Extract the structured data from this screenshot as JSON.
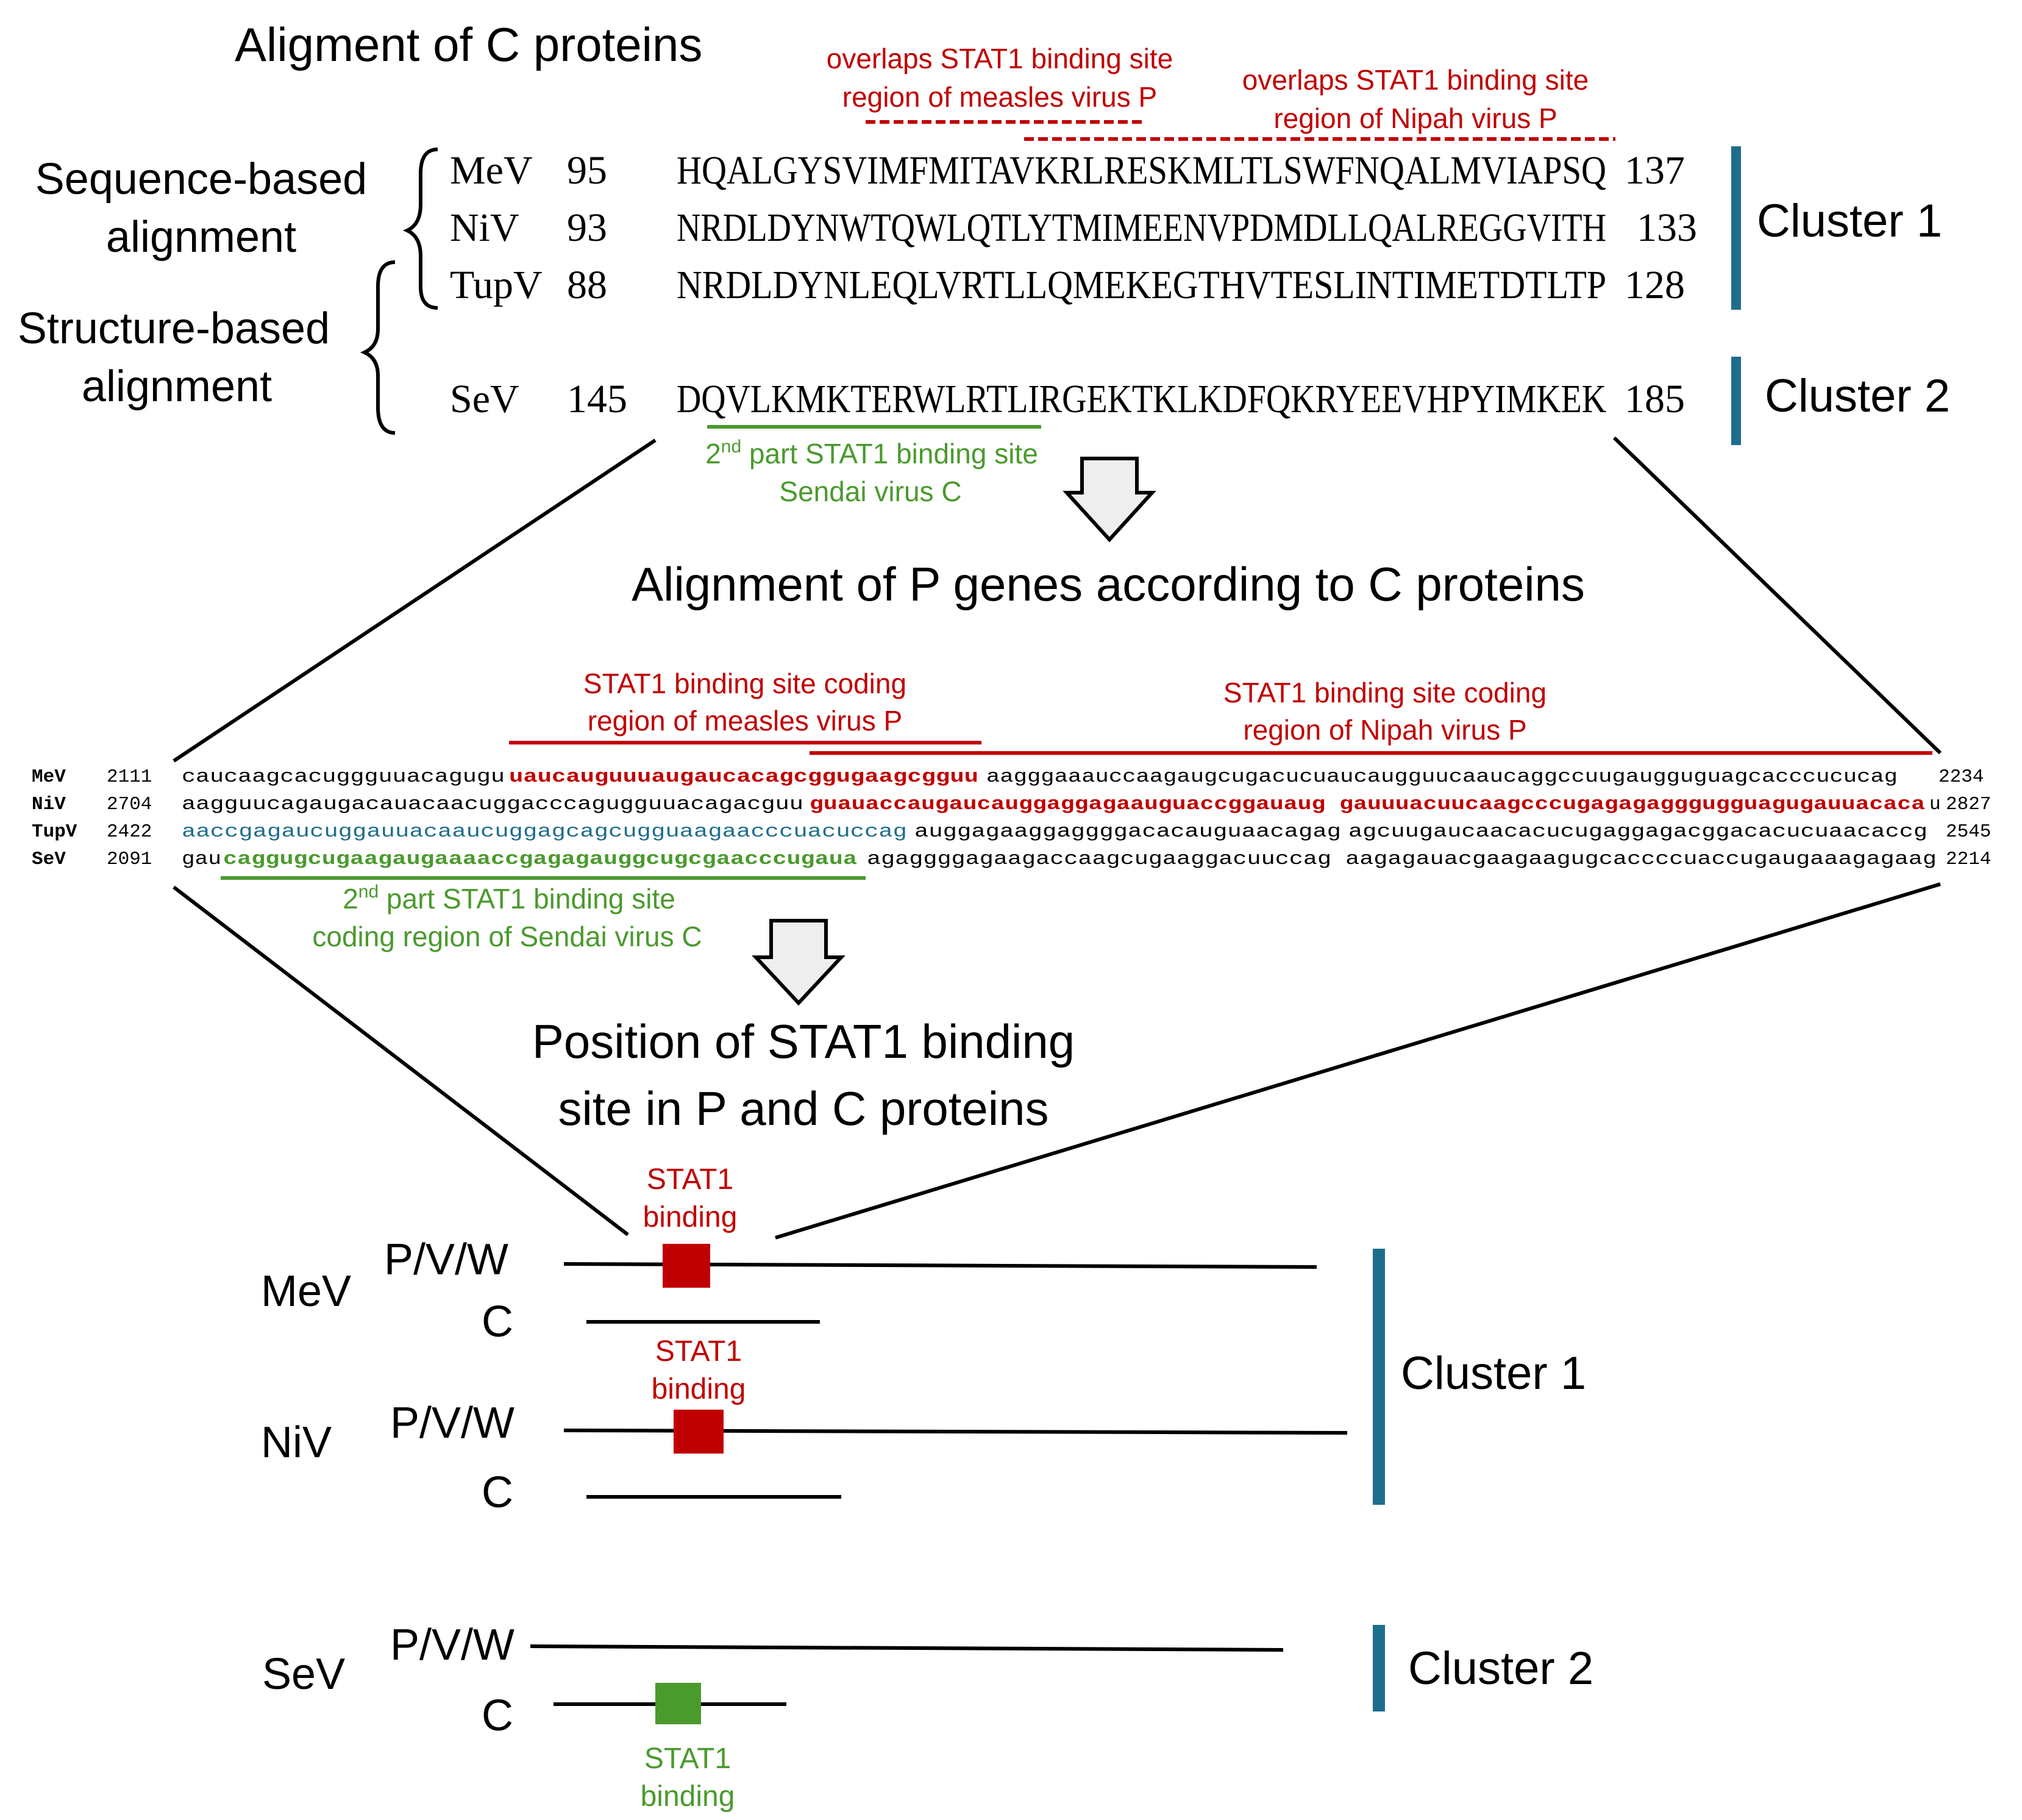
{
  "colors": {
    "red": "#c00000",
    "green": "#4b9a2e",
    "teal": "#1f6d8c",
    "black": "#000000",
    "arrow_fill": "#eeeeee"
  },
  "section1": {
    "title": "Aligment of C proteins",
    "red_note_left_1": "overlaps STAT1 binding site",
    "red_note_left_2": "region of measles virus P",
    "red_note_right_1": "overlaps STAT1 binding site",
    "red_note_right_2": "region of Nipah virus P",
    "seq_label_1": "Sequence-based",
    "seq_label_2": "alignment",
    "struct_label_1": "Structure-based",
    "struct_label_2": "alignment",
    "rows": [
      {
        "name": "MeV",
        "start": "95",
        "seq": "HQALGYSVIMFMITAVKRLRESKMLTLSWFNQALMVIAPSQ",
        "end": "137"
      },
      {
        "name": "NiV",
        "start": "93",
        "seq": "NRDLDYNWTQWLQTLYTMIMEENVPDMDLLQALREGGVITH",
        "end": "133"
      },
      {
        "name": "TupV",
        "start": "88",
        "seq": "NRDLDYNLEQLVRTLLQMEKEGTHVTESLINTIMETDTLTP",
        "end": "128"
      },
      {
        "name": "SeV",
        "start": "145",
        "seq": "DQVLKMKTERWLRTLIRGEKTKLKDFQKRYEEVHPYIMKEK",
        "end": "185"
      }
    ],
    "cluster1": "Cluster 1",
    "cluster2": "Cluster 2",
    "green_note_1_main": "nd",
    "green_note_1_prefix": "2",
    "green_note_1_rest": " part STAT1 binding site",
    "green_note_2": "Sendai virus C"
  },
  "section2": {
    "title": "Alignment of P genes according to C proteins",
    "red_note_left_1": "STAT1 binding site coding",
    "red_note_left_2": "region of measles virus P",
    "red_note_right_1": "STAT1 binding site coding",
    "red_note_right_2": "region of Nipah virus P",
    "rows": [
      {
        "name": "MeV",
        "start": "2111",
        "a": "caucaagcacuggguuacagugu",
        "b": "uaucauguuuaugaucacagcggugaagcgguu",
        "c": "aagggaaauccaagaugcugacucuaucaugguucaaucaggccuugaugguguagcacccucucag",
        "end": "2234"
      },
      {
        "name": "NiV",
        "start": "2704",
        "a": "aagguucagaugacauacaacuggacccagugguuacagacguu",
        "b": "guauaccaugaucauggaggagaauguaccggauaug gauuuacuucaagcccugagagagggugguagugauuacaca",
        "c": "u",
        "end": "2827"
      },
      {
        "name": "TupV",
        "start": "2422",
        "a": "aaccgagaucuggauuacaaucuggagcagcugguaagaacccuacuccag",
        "b": "auggagaaggaggggacacauguaacagag",
        "c": "agcuugaucaacacucugaggagacggacacucuaacaccg",
        "end": "2545"
      },
      {
        "name": "SeV",
        "start": "2091",
        "a": "gau",
        "b": "caggugcugaagaugaaaaccgagagauggcugcgaacccugaua",
        "c": "agaggggagaagaccaagcugaaggacuuccag aagagauacgaagaagugcaccccuaccugaugaaagagaag",
        "end": "2214"
      }
    ],
    "green_note_1_prefix": "2",
    "green_note_1_sup": "nd",
    "green_note_1_rest": " part STAT1 binding site",
    "green_note_2": "coding region of Sendai virus C"
  },
  "section3": {
    "title_1": "Position of STAT1 binding",
    "title_2": "site in P and C proteins",
    "stat1_1": "STAT1",
    "stat1_2": "binding",
    "virus_mev": "MeV",
    "virus_niv": "NiV",
    "virus_sev": "SeV",
    "pvw": "P/V/W",
    "c": "C",
    "cluster1": "Cluster 1",
    "cluster2": "Cluster 2"
  }
}
